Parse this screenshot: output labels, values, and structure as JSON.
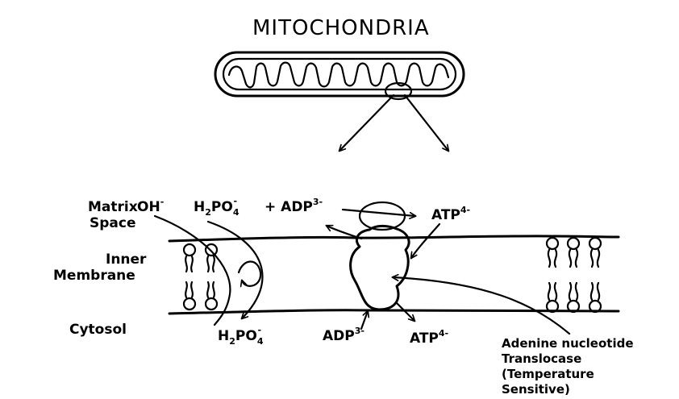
{
  "title": "MITOCHONDRIA",
  "regions": {
    "matrix_line1": "Matrix",
    "matrix_line2": "Space",
    "membrane_line1": "Inner",
    "membrane_line2": "Membrane",
    "cytosol": "Cytosol"
  },
  "matrix_species": {
    "hydroxide": "OH",
    "phosphate": "H",
    "phosphate_sub": "2",
    "phosphate_rest": "PO",
    "phosphate_sub2": "4",
    "phosphate_sup": "-",
    "plus": "+ ADP",
    "adp_charge": "3-",
    "atp": "ATP",
    "atp_charge": "4-"
  },
  "cytosol_species": {
    "phosphate": "H",
    "phosphate_sub": "2",
    "phosphate_rest": "PO",
    "phosphate_sub2": "4",
    "phosphate_sup": "-",
    "adp": "ADP",
    "adp_charge": "3-",
    "atp": "ATP",
    "atp_charge": "4-"
  },
  "translocase_label": {
    "line1": "Adenine nucleotide",
    "line2": "Translocase",
    "line3": "(Temperature",
    "line4": "Sensitive)"
  }
}
